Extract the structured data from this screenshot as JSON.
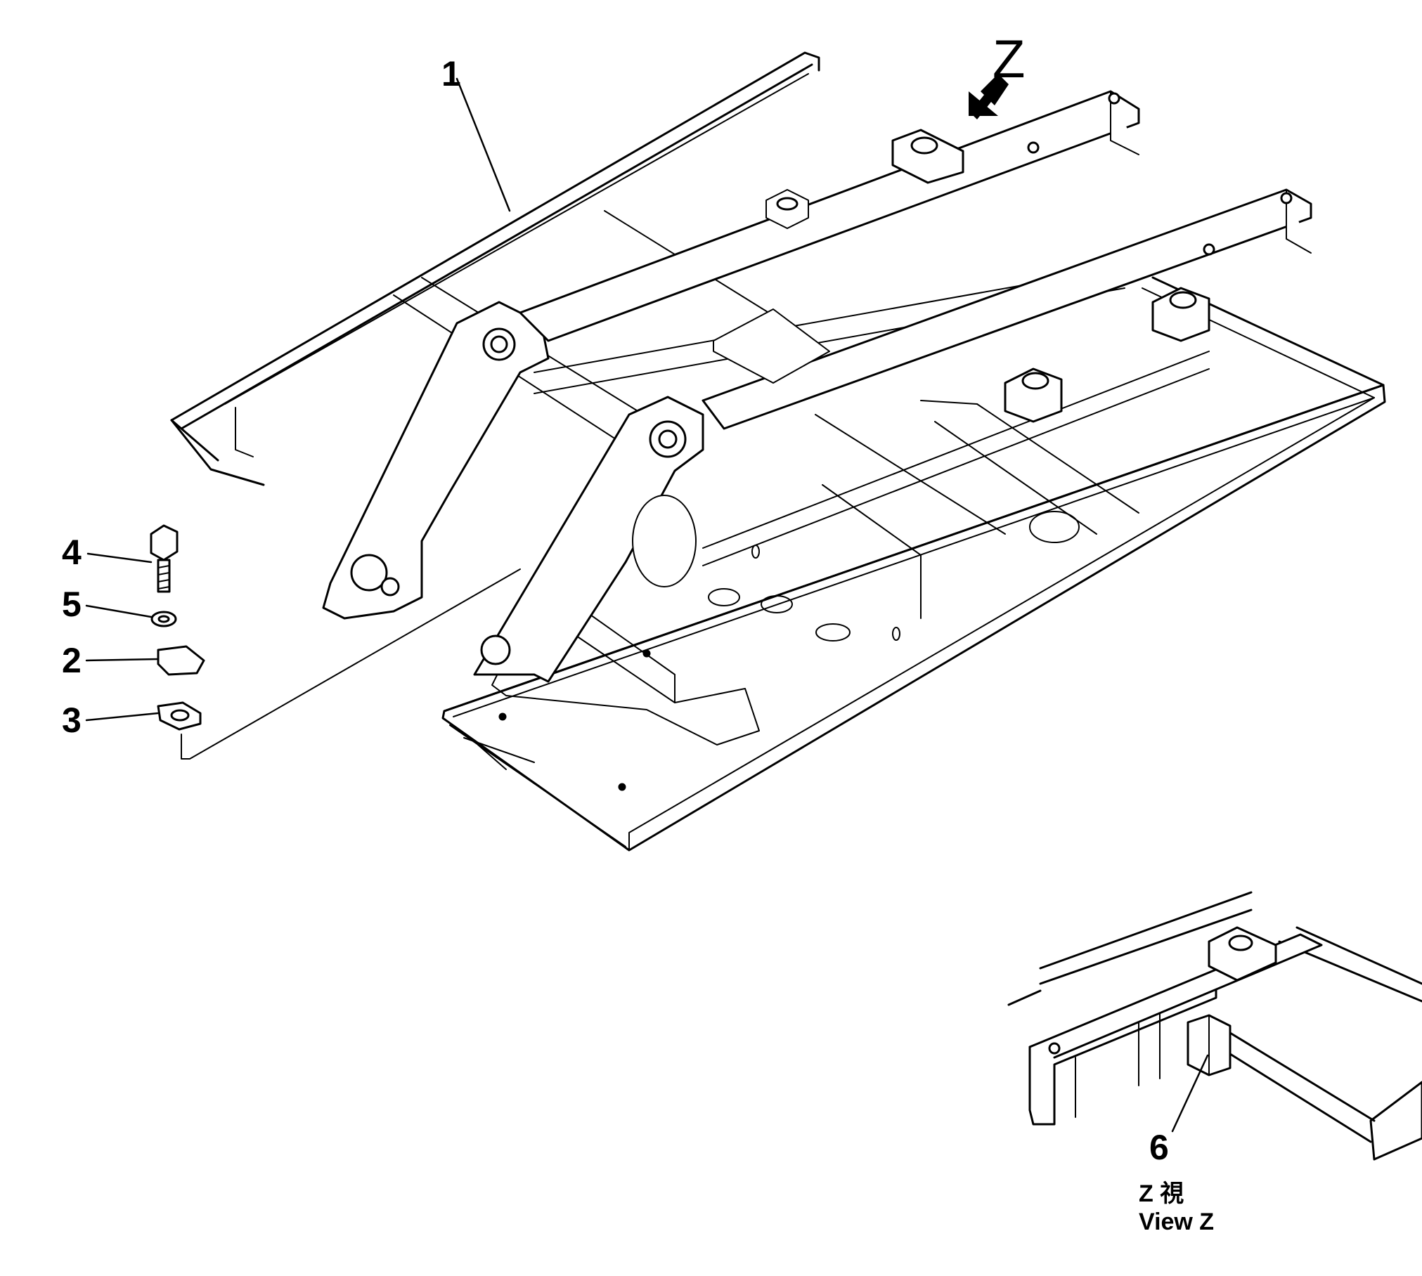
{
  "diagram": {
    "view_letter": "Z",
    "callouts": [
      "1",
      "2",
      "3",
      "4",
      "5",
      "6"
    ],
    "view_caption_jp": "Z 視",
    "view_caption_en": "View Z"
  },
  "colors": {
    "ink": "#000000",
    "background": "#ffffff"
  }
}
